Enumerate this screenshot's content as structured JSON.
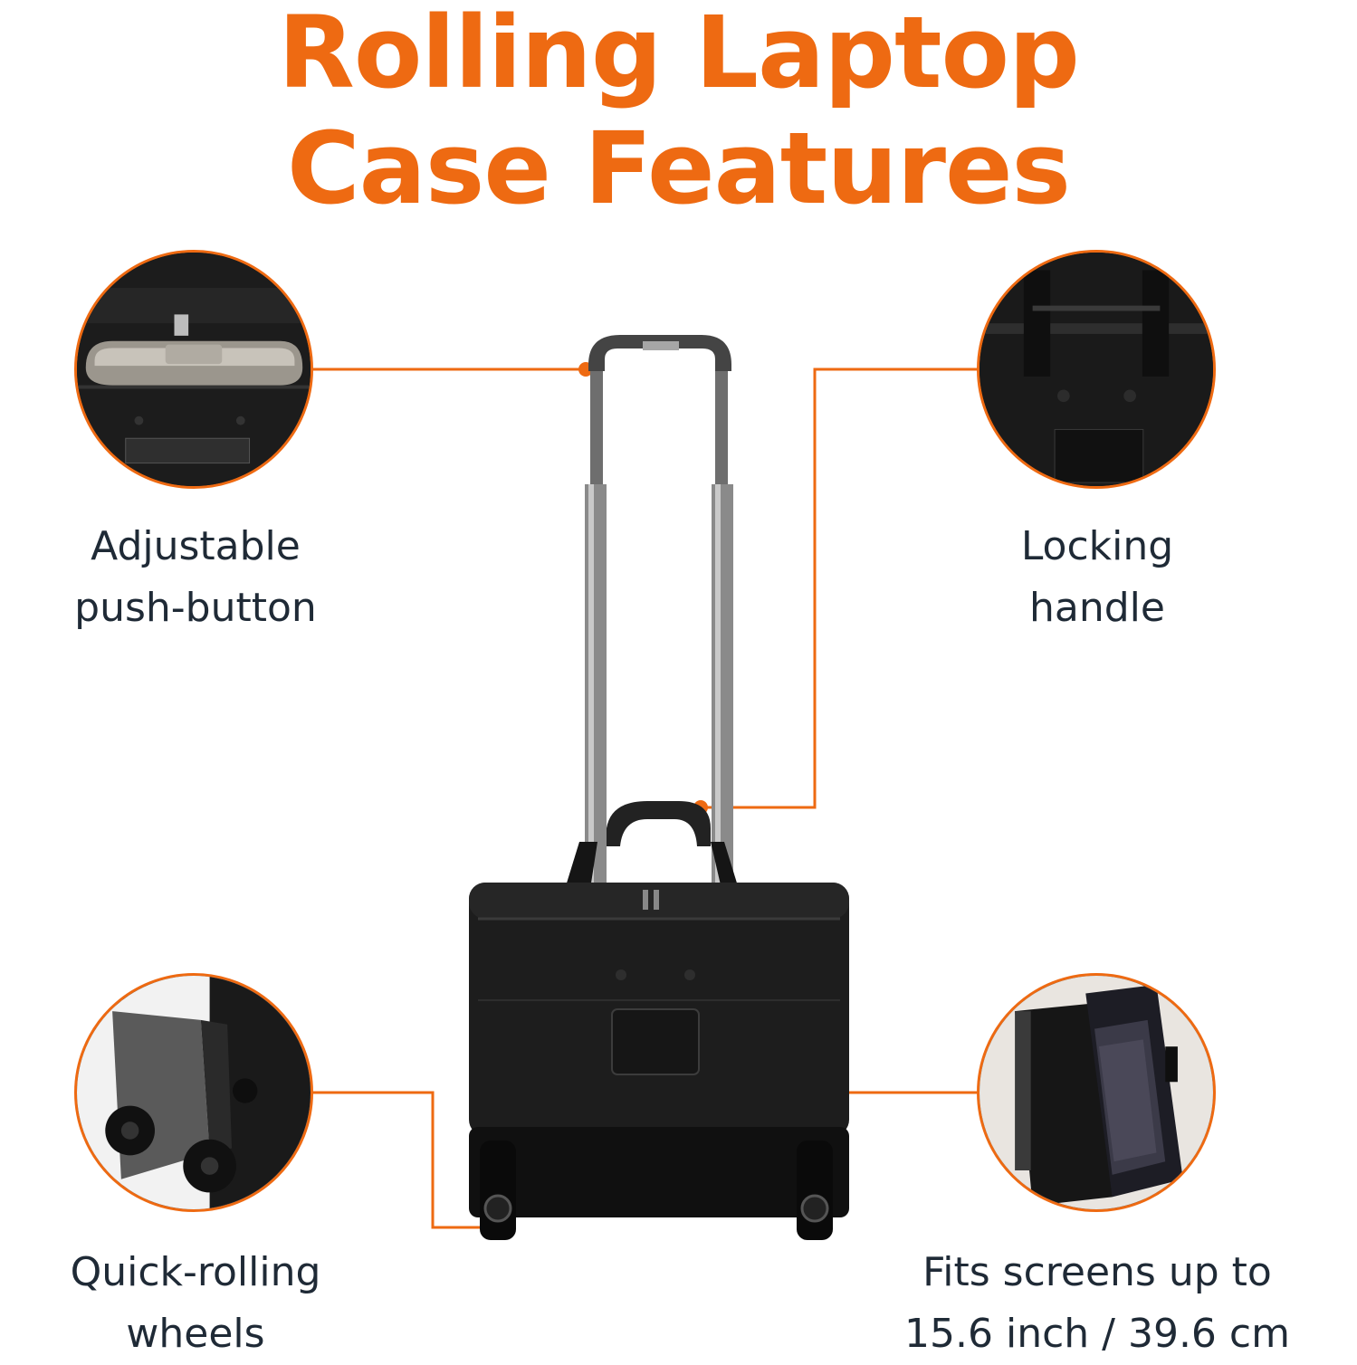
{
  "title": {
    "line1": "Rolling Laptop",
    "line2": "Case Features"
  },
  "colors": {
    "accent": "#ee6a12",
    "text": "#1f2a36",
    "bag": "#1b1b1b"
  },
  "features": [
    {
      "id": "push-button",
      "line1": "Adjustable",
      "line2": "push-button",
      "icon": "push-button-closeup-image"
    },
    {
      "id": "locking-handle",
      "line1": "Locking",
      "line2": "handle",
      "icon": "locking-handle-closeup-image"
    },
    {
      "id": "wheels",
      "line1": "Quick-rolling",
      "line2": "wheels",
      "icon": "wheels-closeup-image"
    },
    {
      "id": "screen-size",
      "line1": "Fits screens up to",
      "line2": "15.6 inch / 39.6 cm",
      "icon": "laptop-compartment-closeup-image"
    }
  ],
  "product_image": "rolling-laptop-case-image"
}
